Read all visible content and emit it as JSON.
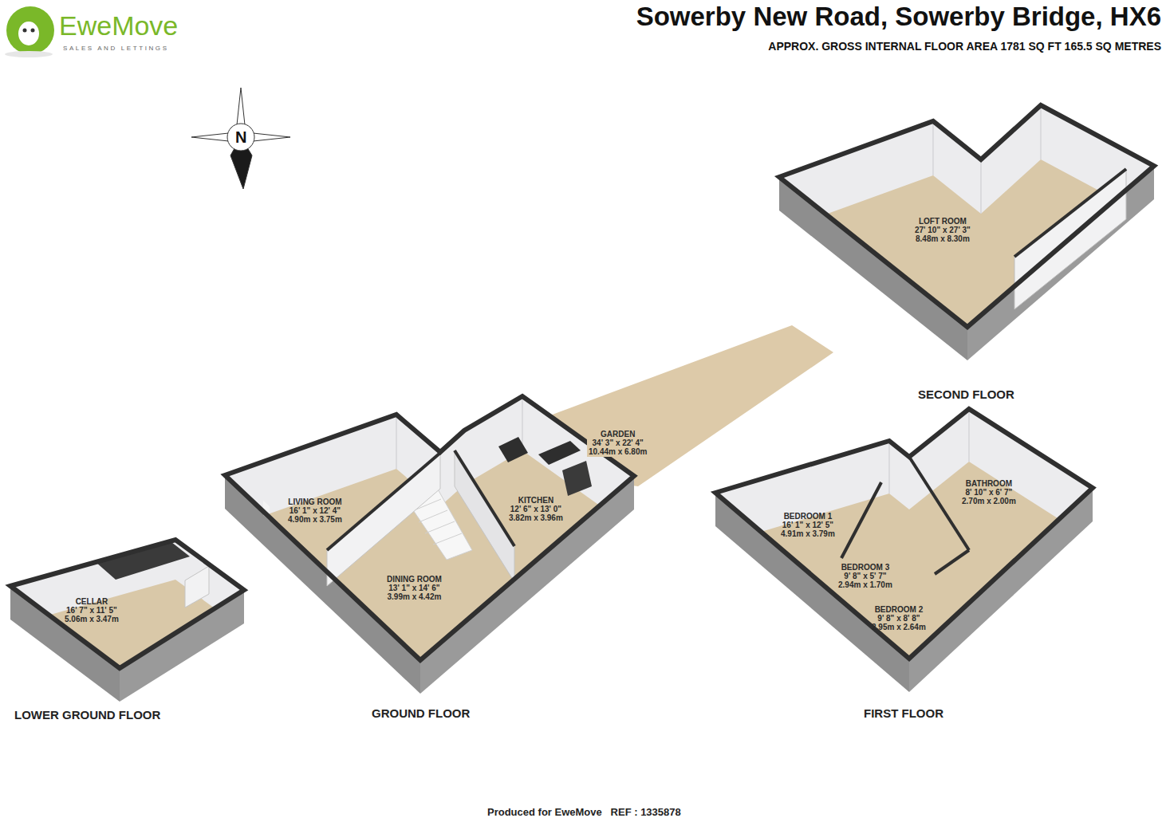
{
  "diagram": {
    "title": "Sowerby New Road, Sowerby Bridge, HX6",
    "caption": "Produced for EweMove   REF : 1335878",
    "nodes": [
      {
        "text": [
          "LOWER GROUND FLOOR"
        ]
      },
      {
        "text": [
          "CELLAR",
          "16' 7\" x 11' 5\"",
          "5.06m x 3.47m"
        ],
        "in": 0
      },
      {
        "text": [
          "GROUND FLOOR"
        ]
      },
      {
        "text": [
          "LIVING ROOM",
          "16' 1\" x 12' 4\"",
          "4.90m x 3.75m"
        ],
        "in": 2
      },
      {
        "text": [
          "DINING ROOM",
          "13' 1\" x 14' 6\"",
          "3.99m x 4.42m"
        ],
        "in": 2
      },
      {
        "text": [
          "KITCHEN",
          "12' 6\" x 13' 0\"",
          "3.82m x 3.96m"
        ],
        "in": 2
      },
      {
        "text": [
          "GARDEN",
          "34' 3\" x 22' 4\"",
          "10.44m x 6.80m"
        ]
      },
      {
        "text": [
          "FIRST FLOOR"
        ]
      },
      {
        "text": [
          "BEDROOM 1",
          "16' 1\" x 12' 5\"",
          "4.91m x 3.79m"
        ],
        "in": 7
      },
      {
        "text": [
          "BEDROOM 3",
          "9' 8\" x 5' 7\"",
          "2.94m x 1.70m"
        ],
        "in": 7
      },
      {
        "text": [
          "BEDROOM 2",
          "9' 8\" x 8' 8\"",
          "2.95m x 2.64m"
        ],
        "in": 7
      },
      {
        "text": [
          "BATHROOM",
          "8' 10\" x 6' 7\"",
          "2.70m x 2.00m"
        ],
        "in": 7
      },
      {
        "text": [
          "SECOND FLOOR"
        ]
      },
      {
        "text": [
          "LOFT ROOM",
          "27' 10\" x 27' 3\"",
          "8.48m x 8.30m"
        ],
        "in": 12
      }
    ],
    "labels": [
      "EweMove",
      "SALES AND LETTINGS",
      "N",
      "APPROX. GROSS INTERNAL FLOOR AREA 1781 SQ FT 165.5 SQ METRES"
    ]
  }
}
